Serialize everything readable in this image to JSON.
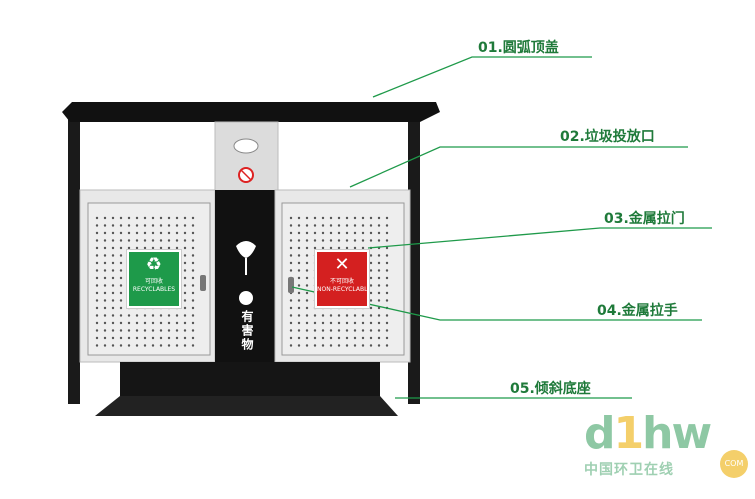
{
  "labels": [
    "01.圆弧顶盖",
    "02.垃圾投放口",
    "03.金属拉门",
    "04.金属拉手",
    "05.倾斜底座"
  ],
  "bin": {
    "center_text": "有害物",
    "left_sign": {
      "title": "可回收",
      "sub": "RECYCLABLES",
      "color": "#1e9a4a"
    },
    "right_sign": {
      "title": "不可回收",
      "sub": "NON-RECYCLABLE",
      "color": "#d42020"
    }
  },
  "watermark": {
    "brand": "d1hw",
    "tagline": "中国环卫在线",
    "badge": "COM"
  },
  "colors": {
    "label": "#1f7a3a",
    "line": "#1f9a4a"
  }
}
